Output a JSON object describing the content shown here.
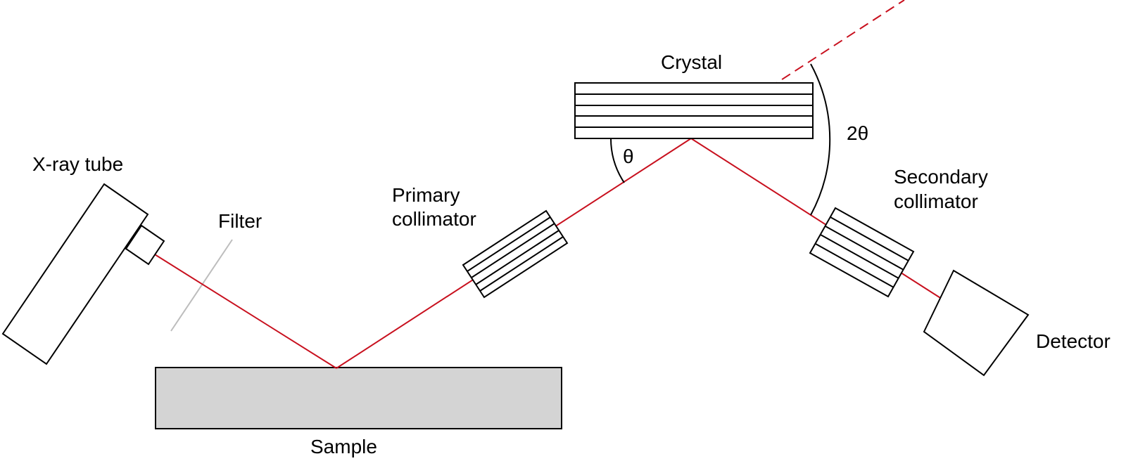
{
  "labels": {
    "xray_tube": "X-ray tube",
    "filter": "Filter",
    "primary_collimator_line1": "Primary",
    "primary_collimator_line2": "collimator",
    "crystal": "Crystal",
    "secondary_collimator_line1": "Secondary",
    "secondary_collimator_line2": "collimator",
    "detector": "Detector",
    "sample": "Sample",
    "theta": "θ",
    "two_theta": "2θ"
  },
  "colors": {
    "beam": "#c8101e",
    "outline": "#000000",
    "sample_fill": "#d4d4d4",
    "filter": "#bdbdbd"
  }
}
